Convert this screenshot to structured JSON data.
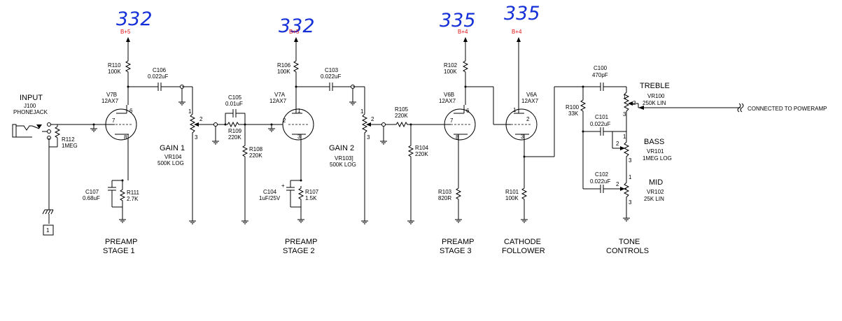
{
  "handwritten": [
    "332",
    "332",
    "335",
    "335"
  ],
  "rails": [
    "B+5",
    "B+5",
    "B+4",
    "B+4"
  ],
  "input": {
    "title": "INPUT",
    "ref": "J100",
    "type": "PHONEJACK",
    "gnd": "1"
  },
  "components": {
    "R112": [
      "R112",
      "1MEG"
    ],
    "R110": [
      "R110",
      "100K"
    ],
    "C106": [
      "C106",
      "0.022uF"
    ],
    "V7B": [
      "V7B",
      "12AX7"
    ],
    "C107": [
      "C107",
      "0.68uF"
    ],
    "R111": [
      "R111",
      "2.7K"
    ],
    "C105": [
      "C105",
      "0.01uF"
    ],
    "R109": [
      "R109",
      "220K"
    ],
    "R108": [
      "R108",
      "220K"
    ],
    "R106": [
      "R106",
      "100K"
    ],
    "C103": [
      "C103",
      "0.022uF"
    ],
    "V7A": [
      "V7A",
      "12AX7"
    ],
    "C104": [
      "C104",
      "1uF/25V"
    ],
    "R107": [
      "R107",
      "1.5K"
    ],
    "R105": [
      "R105",
      "220K"
    ],
    "R104": [
      "R104",
      "220K"
    ],
    "R102": [
      "R102",
      "100K"
    ],
    "V6B": [
      "V6B",
      "12AX7"
    ],
    "R103": [
      "R103",
      "820R"
    ],
    "V6A": [
      "V6A",
      "12AX7"
    ],
    "R101": [
      "R101",
      "100K"
    ],
    "C100": [
      "C100",
      "470pF"
    ],
    "R100": [
      "R100",
      "33K"
    ],
    "C101": [
      "C101",
      "0.022uF"
    ],
    "C102": [
      "C102",
      "0.022uF"
    ]
  },
  "pots": {
    "gain1": [
      "GAIN  1",
      "VR104",
      "500K LOG"
    ],
    "gain2": [
      "GAIN  2",
      "VR103]",
      "500K LOG"
    ],
    "treble": [
      "TREBLE",
      "VR100",
      "250K LIN"
    ],
    "bass": [
      "BASS",
      "VR101",
      "1MEG LOG"
    ],
    "mid": [
      "MID",
      "VR102",
      "25K LIN"
    ]
  },
  "poweramp_note": "CONNECTED TO POWERAMP",
  "stages": [
    [
      "PREAMP",
      "STAGE 1"
    ],
    [
      "PREAMP",
      "STAGE 2"
    ],
    [
      "PREAMP",
      "STAGE 3"
    ],
    [
      "CATHODE",
      "FOLLOWER"
    ],
    [
      "TONE",
      "CONTROLS"
    ]
  ],
  "pins": {
    "t1": [
      "7",
      "6",
      "8"
    ],
    "t2": [
      "2",
      "1",
      "3"
    ],
    "t3": [
      "7",
      "6",
      "8"
    ],
    "t4": [
      "1",
      "2",
      "3"
    ],
    "pot": [
      "1",
      "2",
      "3"
    ]
  }
}
